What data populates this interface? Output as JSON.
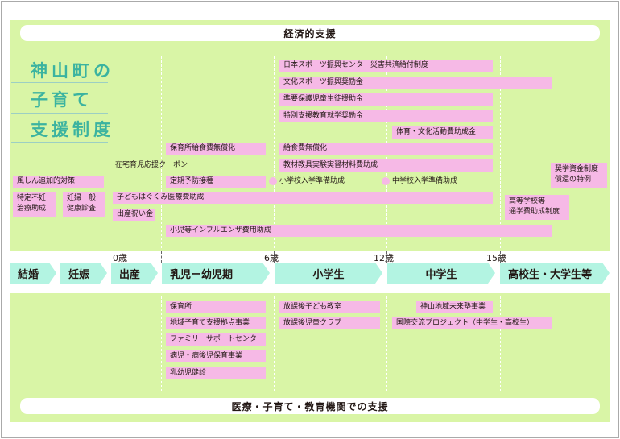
{
  "header": {
    "economic_support": "経済的支援",
    "medical_support": "医療・子育て・教育機関での支援"
  },
  "title": {
    "line1": "神山町の",
    "line2": "子育て",
    "line3": "支援制度"
  },
  "ages": {
    "a0": "0歳",
    "a6": "6歳",
    "a12": "12歳",
    "a15": "15歳"
  },
  "stages": {
    "marriage": "結婚",
    "pregnancy": "妊娠",
    "birth": "出産",
    "infant": "乳児ー幼児期",
    "elementary": "小学生",
    "junior": "中学生",
    "high": "高校生・大学生等"
  },
  "economic": {
    "sports_center": "日本スポーツ振興センター災害共済給付制度",
    "culture_sports": "文化スポーツ振興奨励金",
    "semi_protect": "準要保護児童生徒援助金",
    "special_edu": "特別支援教育就学奨励金",
    "culture_activity": "体育・文化活動費助成金",
    "nursery_meal": "保育所給食費無償化",
    "school_meal": "給食費無償化",
    "teaching_materials": "教材教具実験実習材料費助成",
    "home_care": "在宅育児応援クーポン",
    "vaccination": "定期予防接種",
    "elem_entry": "小学校入学準備助成",
    "jhs_entry": "中学校入学準備助成",
    "rubella": "風しん追加的対策",
    "infertility": "特定不妊\n治療助成",
    "pregnancy_checkup": "妊婦一般\n健康診査",
    "child_medical": "子どもはぐくみ医療費助成",
    "birth_gift": "出産祝い金",
    "flu": "小児等インフルエンザ費用助成",
    "scholarship": "奨学資金制度\n償還の特例",
    "hs_commute": "高等学校等\n通学費助成制度"
  },
  "services": {
    "nursery": "保育所",
    "local_hub": "地域子育て支援拠点事業",
    "family_support": "ファミリーサポートセンター",
    "sick_child": "病児・病後児保育事業",
    "infant_checkup": "乳幼児健診",
    "after_school_classroom": "放課後子ども教室",
    "after_school_club": "放課後児童クラブ",
    "kamiyama_juku": "神山地域未来塾事業",
    "intl_exchange": "国際交流プロジェクト（中学生・高校生）"
  }
}
